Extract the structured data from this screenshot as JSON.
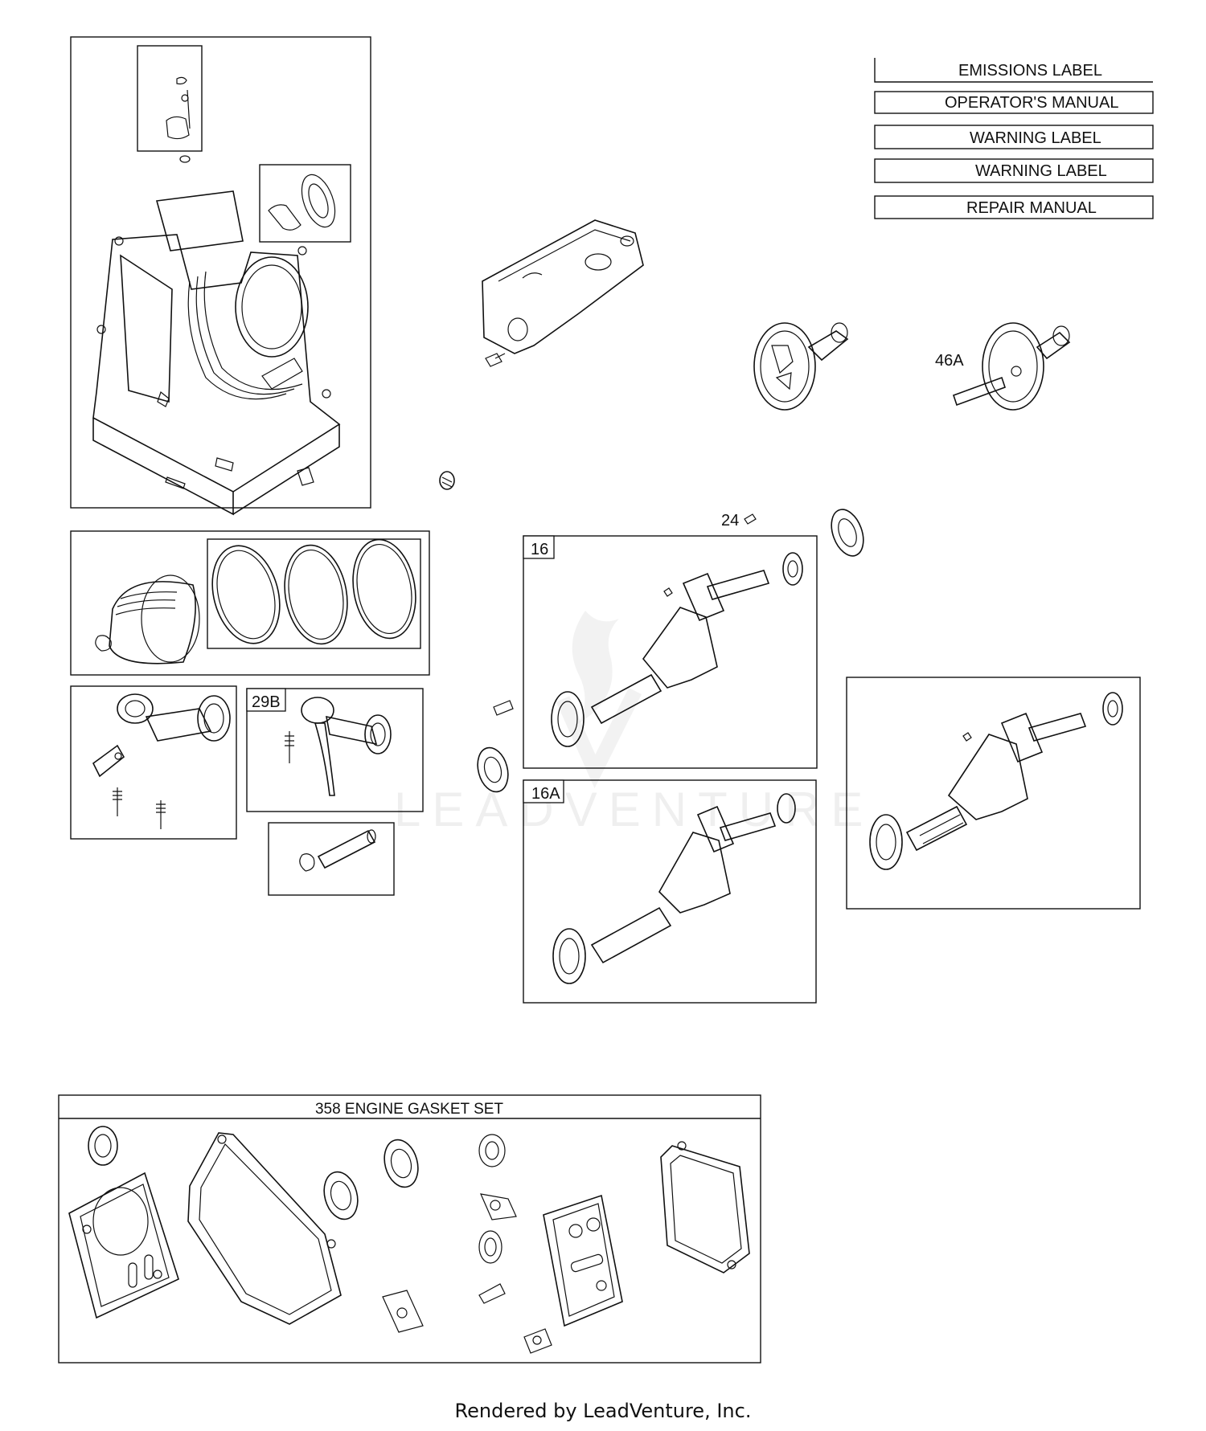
{
  "doc_labels": {
    "emissions": "EMISSIONS LABEL",
    "operators_manual": "OPERATOR'S MANUAL",
    "warning_1": "WARNING LABEL",
    "warning_2": "WARNING LABEL",
    "repair_manual": "REPAIR MANUAL"
  },
  "callouts": {
    "camshaft_46a": "46A",
    "pin_24": "24",
    "crankshaft_16": "16",
    "crankshaft_16a": "16A",
    "rod_29b": "29B"
  },
  "gasket_set": {
    "title": "358 ENGINE GASKET SET"
  },
  "watermark": "LEADVENTURE",
  "footer": "Rendered by LeadVenture, Inc."
}
